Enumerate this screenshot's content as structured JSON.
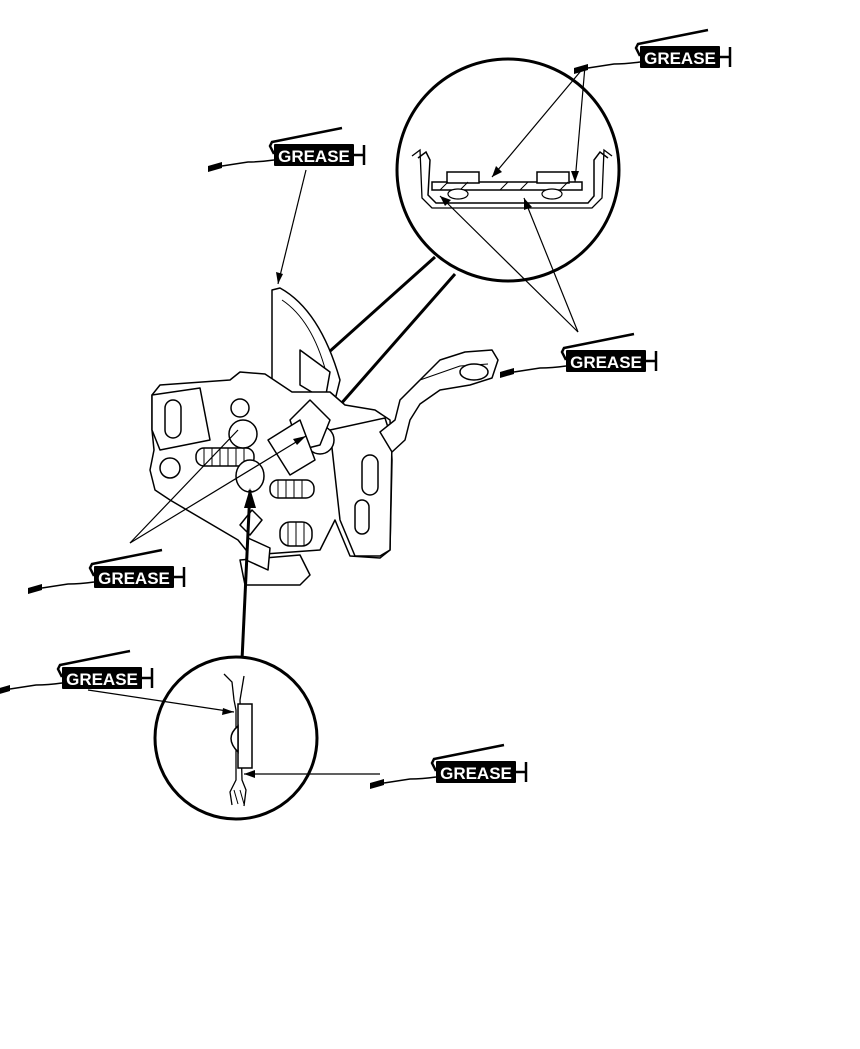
{
  "diagram": {
    "callouts": [
      {
        "id": "top-right",
        "label": "GREASE"
      },
      {
        "id": "top-left",
        "label": "GREASE"
      },
      {
        "id": "mid-right",
        "label": "GREASE"
      },
      {
        "id": "left",
        "label": "GREASE"
      },
      {
        "id": "lower-left",
        "label": "GREASE"
      },
      {
        "id": "bottom-right",
        "label": "GREASE"
      }
    ],
    "icon": "grease-gun-icon",
    "colors": {
      "ink": "#000000",
      "paper": "#ffffff"
    }
  }
}
